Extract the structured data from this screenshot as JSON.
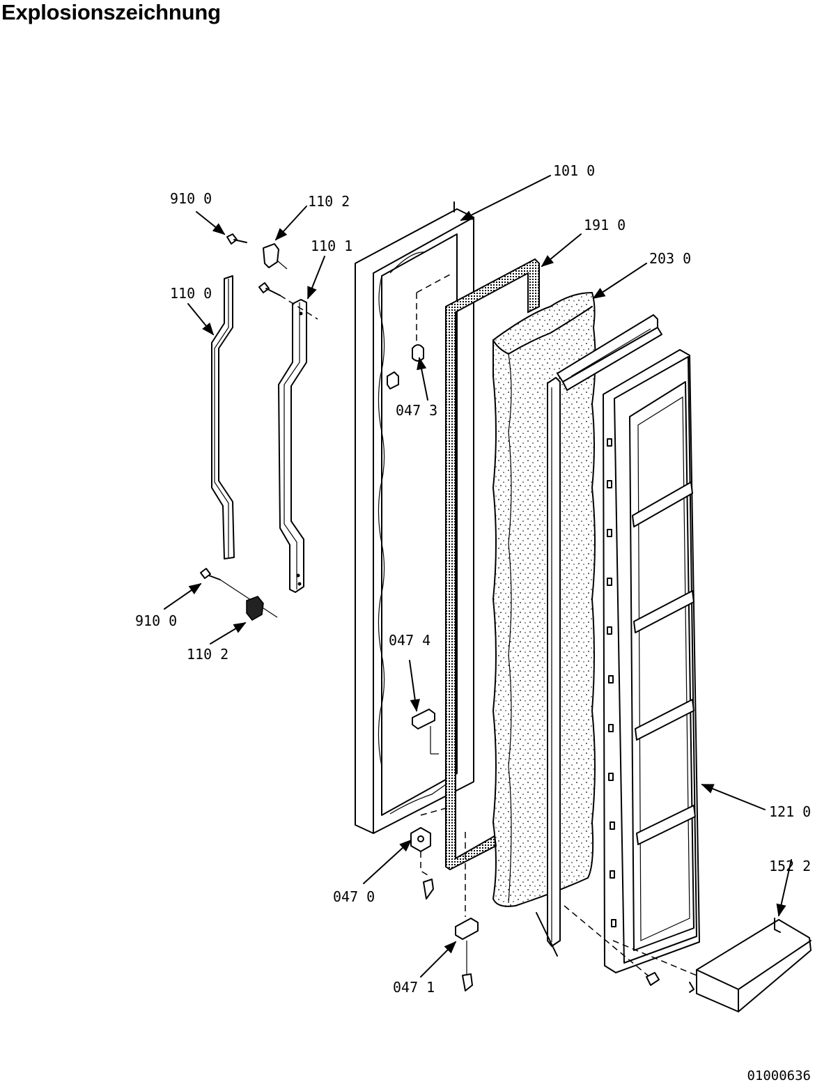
{
  "title": "Explosionszeichnung",
  "document_id": "01000636",
  "callouts": [
    {
      "id": "c-101-0",
      "text": "101 0"
    },
    {
      "id": "c-191-0",
      "text": "191 0"
    },
    {
      "id": "c-203-0",
      "text": "203 0"
    },
    {
      "id": "c-910-0-top",
      "text": "910 0"
    },
    {
      "id": "c-110-2-top",
      "text": "110 2"
    },
    {
      "id": "c-110-1",
      "text": "110 1"
    },
    {
      "id": "c-110-0",
      "text": "110 0"
    },
    {
      "id": "c-047-3",
      "text": "047 3"
    },
    {
      "id": "c-910-0-bottom",
      "text": "910 0"
    },
    {
      "id": "c-110-2-bottom",
      "text": "110 2"
    },
    {
      "id": "c-047-4",
      "text": "047 4"
    },
    {
      "id": "c-121-0",
      "text": "121 0"
    },
    {
      "id": "c-152-2",
      "text": "152 2"
    },
    {
      "id": "c-047-0",
      "text": "047 0"
    },
    {
      "id": "c-047-1",
      "text": "047 1"
    }
  ]
}
